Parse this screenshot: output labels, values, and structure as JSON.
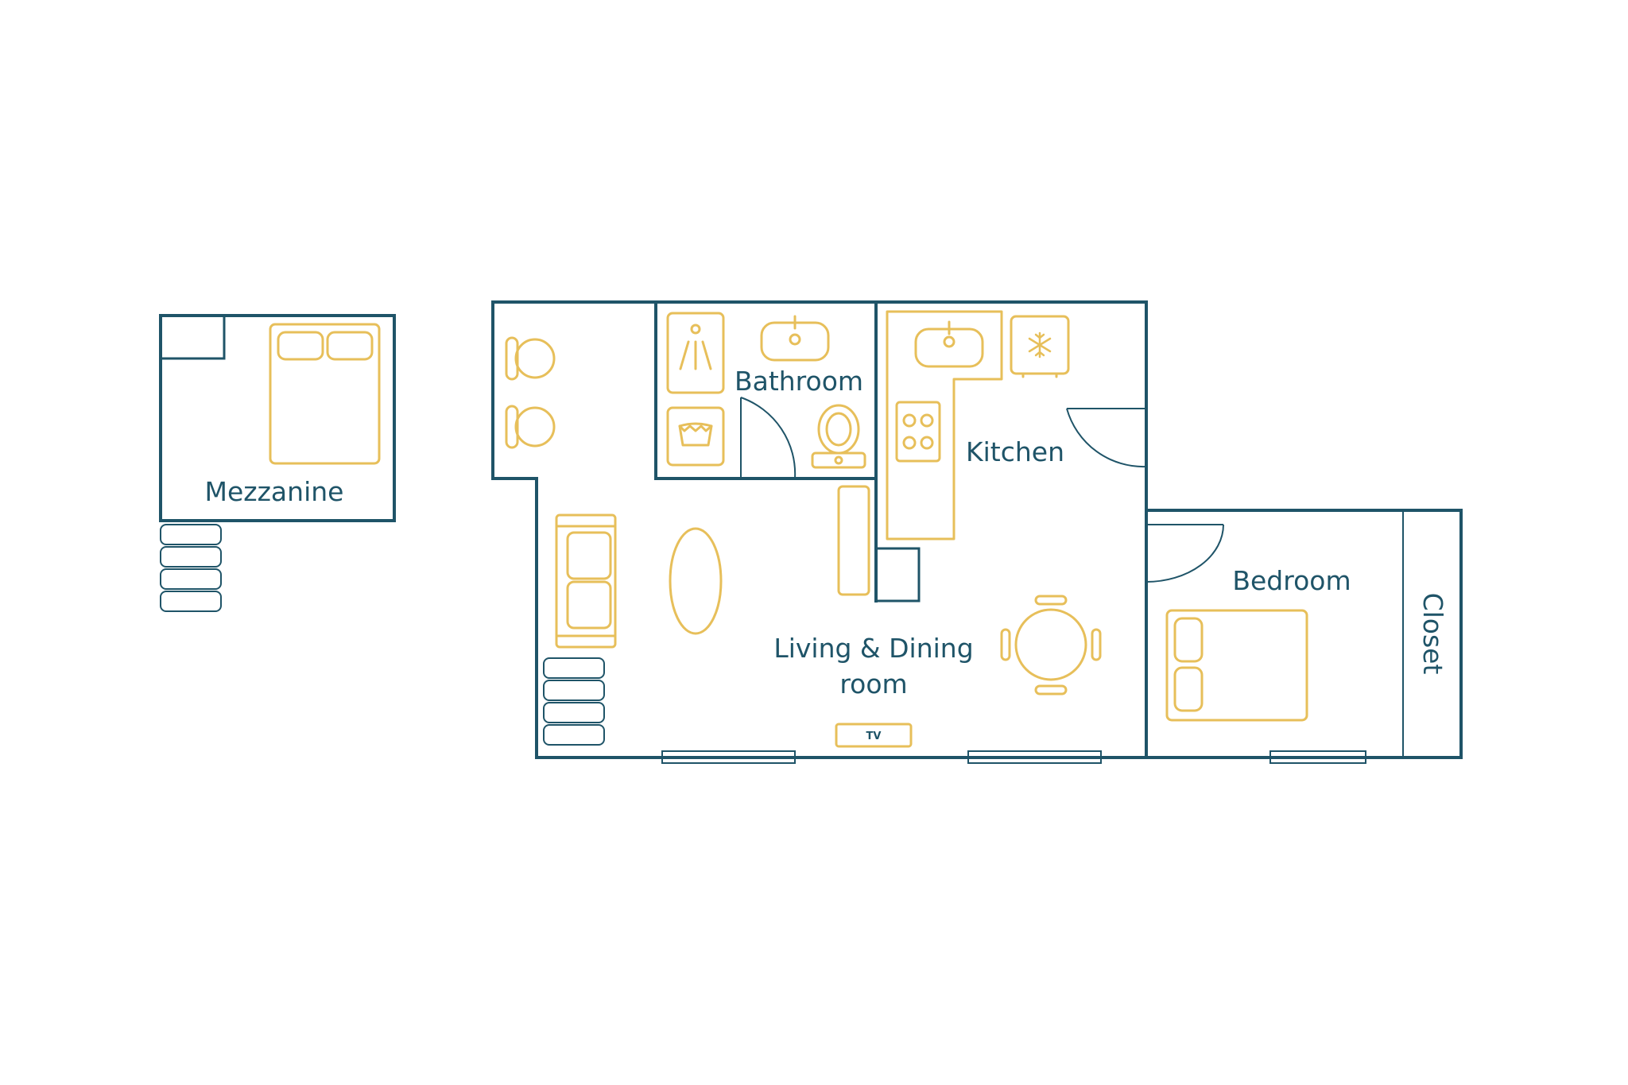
{
  "colors": {
    "walls": "#1f5468",
    "furniture": "#e7bf5a",
    "background": "#ffffff"
  },
  "rooms": {
    "mezzanine": "Mezzanine",
    "bathroom": "Bathroom",
    "kitchen": "Kitchen",
    "living_line1": "Living & Dining",
    "living_line2": "room",
    "bedroom": "Bedroom",
    "closet": "Closet"
  },
  "fixtures": {
    "tv": "TV"
  },
  "icons": [
    "bed-icon",
    "shower-icon",
    "sink-icon",
    "toilet-icon",
    "washing-machine-icon",
    "fridge-icon",
    "stove-icon",
    "sofa-icon",
    "dining-table-icon",
    "chair-icon",
    "stairs-icon",
    "door-swing-icon",
    "window-icon"
  ]
}
